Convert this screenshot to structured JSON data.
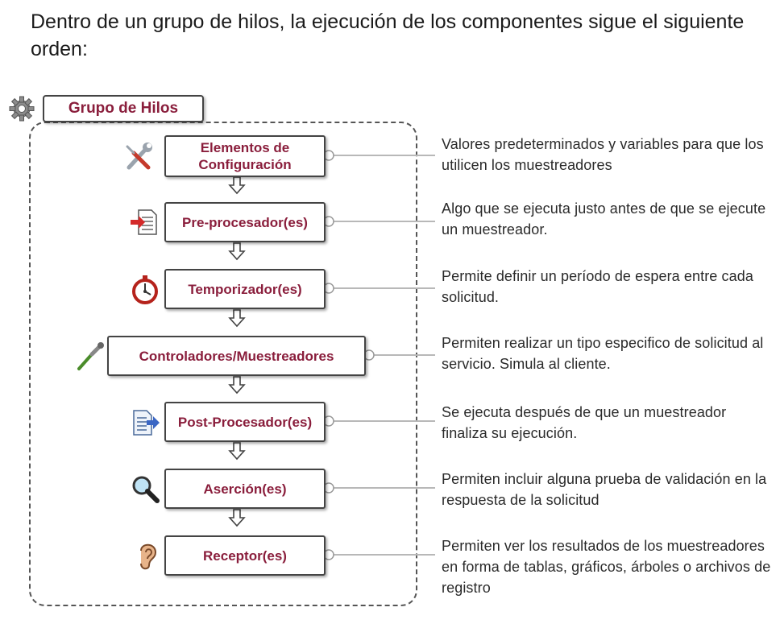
{
  "heading": "Dentro de un grupo de hilos, la ejecución de los componentes sigue el siguiente orden:",
  "group": {
    "label": "Grupo de Hilos",
    "icon": "gear-icon"
  },
  "components": [
    {
      "label": "Elementos de Configuración",
      "icon": "wrench-screwdriver-icon",
      "description": "Valores predeterminados y variables para que los utilicen los muestreadores"
    },
    {
      "label": "Pre-procesador(es)",
      "icon": "document-in-arrow-icon",
      "description": "Algo que se ejecuta justo antes de que se ejecute un muestreador."
    },
    {
      "label": "Temporizador(es)",
      "icon": "stopwatch-icon",
      "description": "Permite definir un período de espera entre cada solicitud."
    },
    {
      "label": "Controladores/Muestreadores",
      "icon": "pipette-icon",
      "description": "Permiten realizar un tipo especifico de solicitud al servicio. Simula al cliente."
    },
    {
      "label": "Post-Procesador(es)",
      "icon": "document-out-arrow-icon",
      "description": "Se ejecuta después de que un muestreador finaliza su ejecución."
    },
    {
      "label": "Aserción(es)",
      "icon": "magnifier-icon",
      "description": "Permiten incluir alguna prueba de validación en la respuesta de la solicitud"
    },
    {
      "label": "Receptor(es)",
      "icon": "ear-icon",
      "description": "Permiten ver los resultados de los muestreadores en forma de tablas, gráficos, árboles o archivos de registro"
    }
  ]
}
